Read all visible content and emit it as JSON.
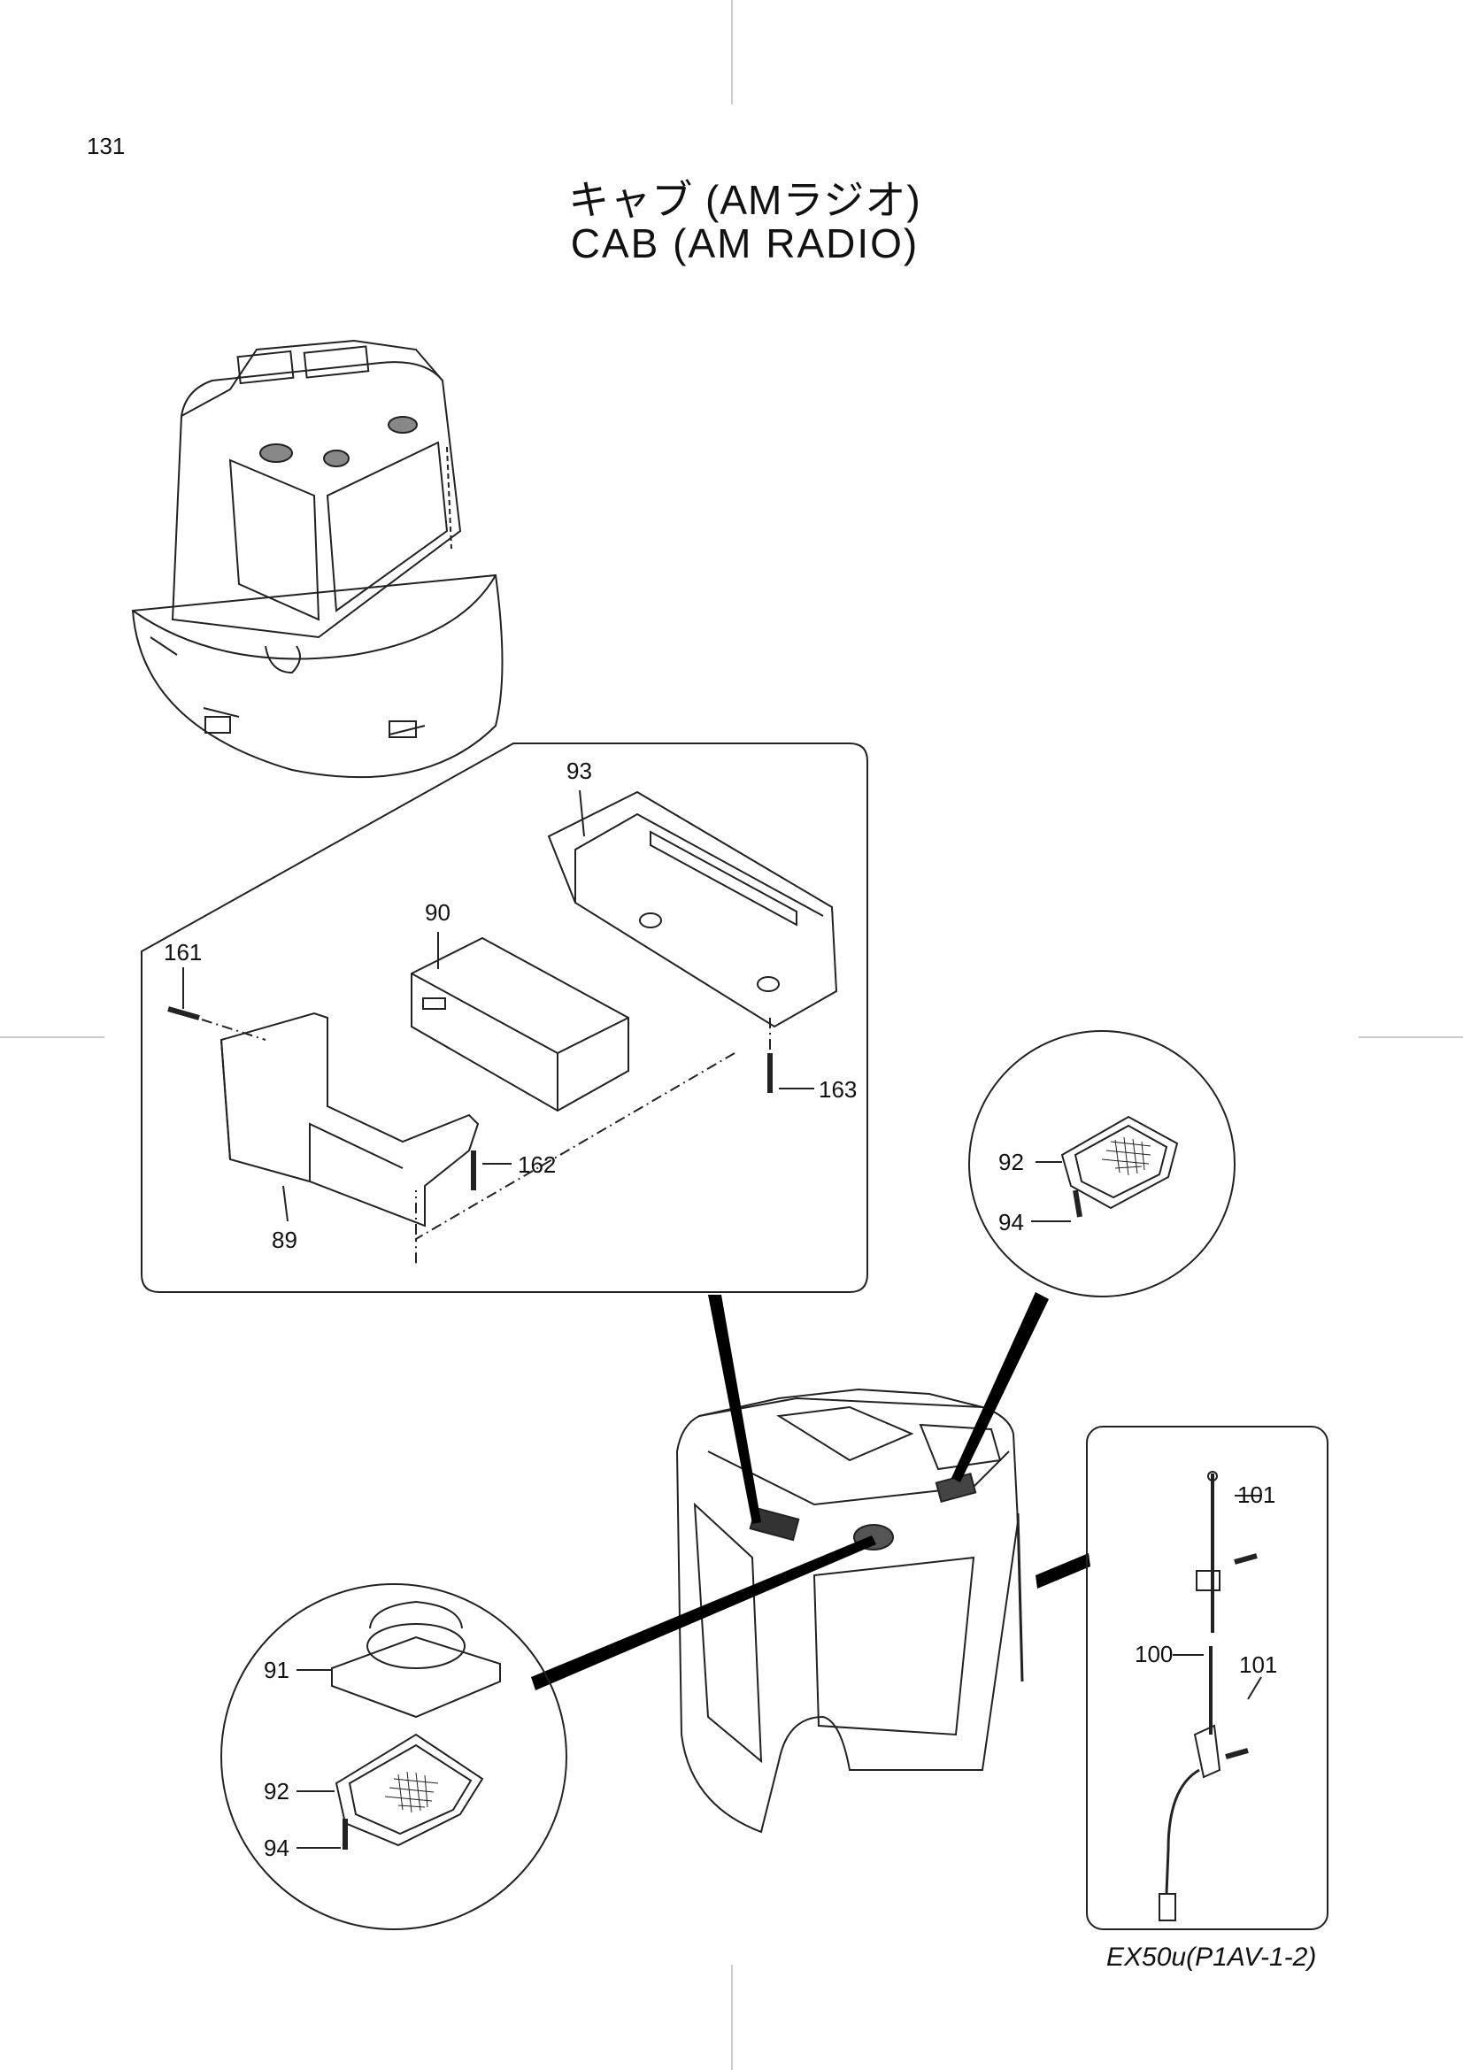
{
  "page": {
    "number": "131",
    "model_code": "EX50u(P1AV-1-2)"
  },
  "title": {
    "jp": "キャブ (AMラジオ)",
    "en": "CAB (AM RADIO)"
  },
  "callouts": {
    "c93": "93",
    "c90": "90",
    "c161": "161",
    "c163": "163",
    "c162": "162",
    "c89": "89",
    "c92a": "92",
    "c94a": "94",
    "c91": "91",
    "c92b": "92",
    "c94b": "94",
    "c101a": "101",
    "c100": "100",
    "c101b": "101"
  }
}
